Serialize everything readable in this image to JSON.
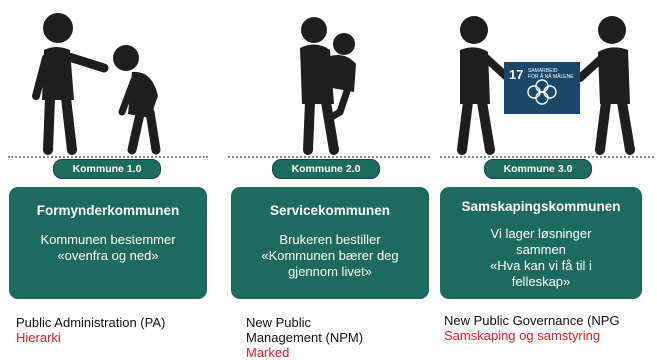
{
  "models": [
    {
      "pill": "Kommune 1.0",
      "title": "Formynderkommunen",
      "lines": [
        "Kommunen bestemmer",
        "«ovenfra og ned»"
      ],
      "caption": [
        "Public Administration (PA)"
      ],
      "caption_red": "Hierarki"
    },
    {
      "pill": "Kommune 2.0",
      "title": "Servicekommunen",
      "lines": [
        "Brukeren bestiller",
        "«Kommunen bærer deg",
        "gjennom livet»"
      ],
      "caption": [
        "New Public",
        "Management (NPM)"
      ],
      "caption_red": "Marked"
    },
    {
      "pill": "Kommune 3.0",
      "title": "Samskapingskommunen",
      "lines": [
        "Vi lager løsninger",
        "sammen",
        "«Hva kan vi få til i",
        "felleskap»"
      ],
      "caption": [
        "New Public Governance (NPG"
      ],
      "caption_red": "Samskaping og samstyring"
    }
  ],
  "sdg_badge": {
    "number": "17",
    "line1": "SAMARBEID",
    "line2": "FOR Å NÅ MÅLENE",
    "color": "#19486a"
  },
  "colors": {
    "teal": "#1d6b5f",
    "red": "#e0201c",
    "figure": "#1e1e1e"
  }
}
